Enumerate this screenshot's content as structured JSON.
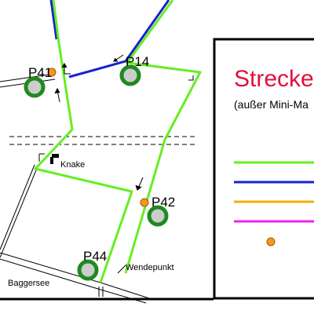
{
  "map": {
    "points": {
      "p41": "P41",
      "p14": "P14",
      "p42": "P42",
      "p44": "P44"
    },
    "labels": {
      "knake": "Knake",
      "wendepunkt": "Wendepunkt",
      "baggersee": "Baggersee"
    }
  },
  "legend": {
    "title": "Strecken",
    "subtitle": "(außer Mini-Ma",
    "swatch_colors": [
      "#66ee22",
      "#1a22cc",
      "#f0b000",
      "#ee22ee"
    ],
    "marker_color": "#f79620"
  },
  "colors": {
    "green_route": "#66ee22",
    "blue_route": "#1a22cc",
    "title_red": "#e0103a",
    "marker_ring": "#1f8a1f",
    "marker_fill": "#cccccc",
    "orange_marker": "#f79620"
  }
}
